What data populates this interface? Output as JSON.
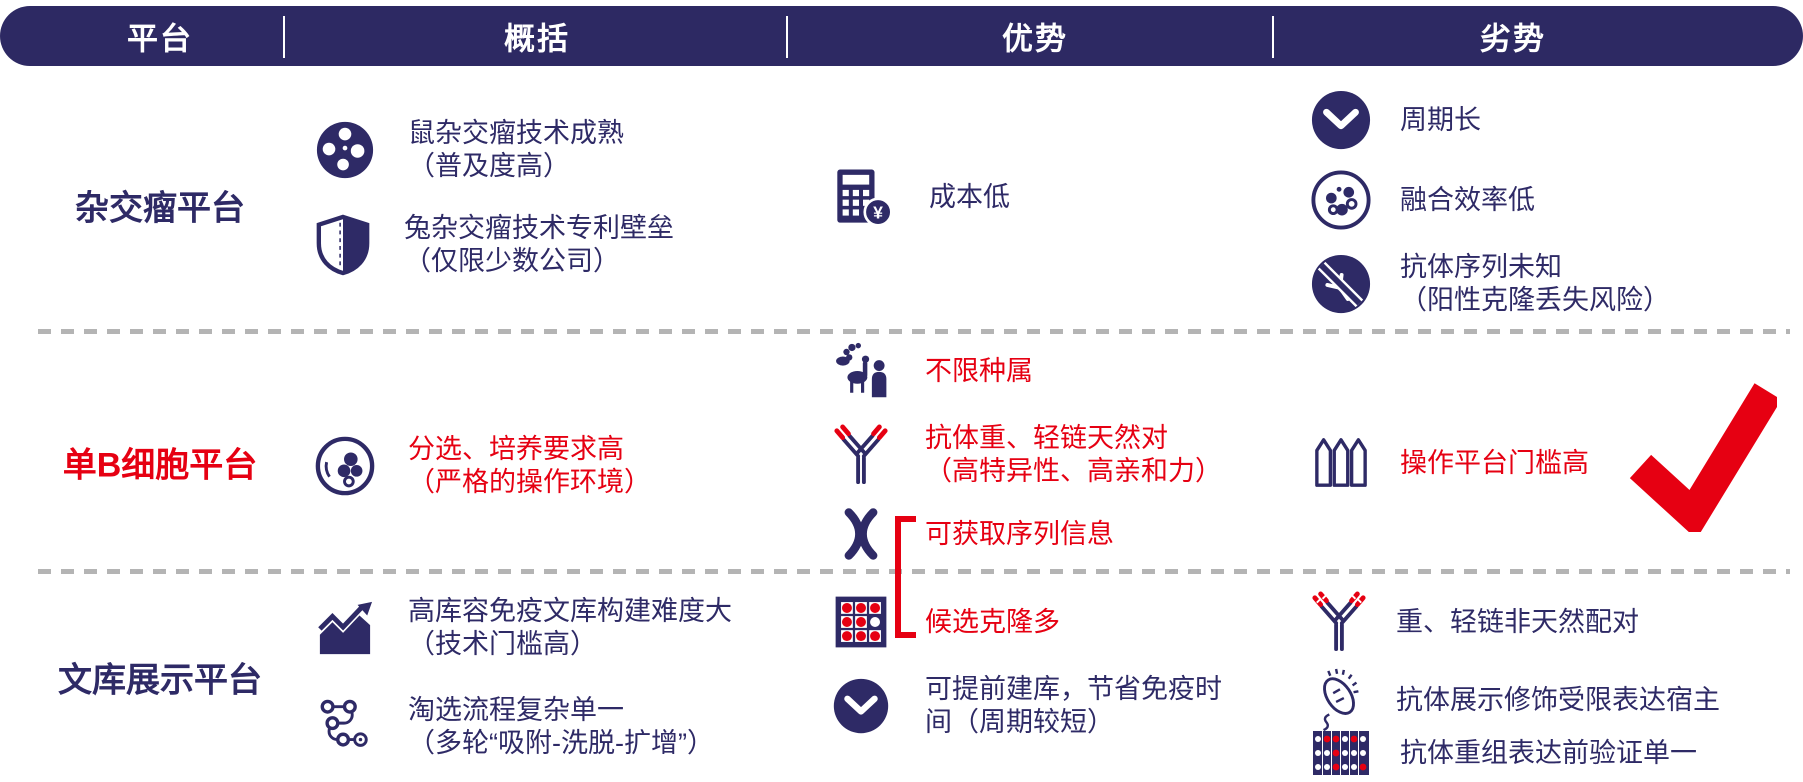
{
  "colors": {
    "navy": "#2e2a66",
    "red": "#e60012",
    "header_bg": "#2d2963",
    "divider_dash": "#b4b4b4",
    "header_text": "#ffffff"
  },
  "header": {
    "columns": [
      {
        "label": "平台"
      },
      {
        "label": "概括"
      },
      {
        "label": "优势"
      },
      {
        "label": "劣势"
      }
    ]
  },
  "rows": [
    {
      "platform": "杂交瘤平台",
      "overview": [
        {
          "icon": "cell-reel-icon",
          "lines": [
            "鼠杂交瘤技术成熟",
            "（普及度高）"
          ]
        },
        {
          "icon": "shield-icon",
          "lines": [
            "兔杂交瘤技术专利壁垒",
            "（仅限少数公司）"
          ]
        }
      ],
      "advantages": [
        {
          "icon": "calculator-yen-icon",
          "lines": [
            "成本低"
          ]
        }
      ],
      "disadvantages": [
        {
          "icon": "clock-icon",
          "lines": [
            "周期长"
          ]
        },
        {
          "icon": "fusion-cells-icon",
          "lines": [
            "融合效率低"
          ]
        },
        {
          "icon": "no-antibody-icon",
          "lines": [
            "抗体序列未知",
            "（阳性克隆丢失风险）"
          ]
        }
      ]
    },
    {
      "platform": "单B细胞平台",
      "overview": [
        {
          "icon": "cell-sorting-icon",
          "lines": [
            "分选、培养要求高",
            "（严格的操作环境）"
          ]
        }
      ],
      "advantages": [
        {
          "icon": "species-icon",
          "lines": [
            "不限种属"
          ]
        },
        {
          "icon": "antibody-icon",
          "lines": [
            "抗体重、轻链天然对",
            "（高特异性、高亲和力）"
          ]
        },
        {
          "icon": "chromosome-icon",
          "lines": [
            "可获取序列信息"
          ]
        }
      ],
      "disadvantages": [
        {
          "icon": "fence-icon",
          "lines": [
            "操作平台门槛高"
          ]
        }
      ],
      "annotation": "red-checkmark"
    },
    {
      "platform": "文库展示平台",
      "overview": [
        {
          "icon": "library-chart-icon",
          "lines": [
            "高库容免疫文库构建难度大",
            "（技术门槛高）"
          ]
        },
        {
          "icon": "panning-flow-icon",
          "lines": [
            "淘选流程复杂单一",
            "（多轮“吸附-洗脱-扩增”）"
          ]
        }
      ],
      "advantages": [
        {
          "icon": "clone-grid-icon",
          "lines": [
            "候选克隆多"
          ]
        },
        {
          "icon": "clock-icon",
          "lines": [
            "可提前建库，节省免疫时",
            "间（周期较短）"
          ]
        }
      ],
      "disadvantages": [
        {
          "icon": "antibody-striped-icon",
          "lines": [
            "重、轻链非天然配对"
          ]
        },
        {
          "icon": "bacteria-icon",
          "lines": [
            "抗体展示修饰受限表达宿主"
          ]
        },
        {
          "icon": "microplate-icon",
          "lines": [
            "抗体重组表达前验证单一"
          ]
        }
      ]
    }
  ]
}
